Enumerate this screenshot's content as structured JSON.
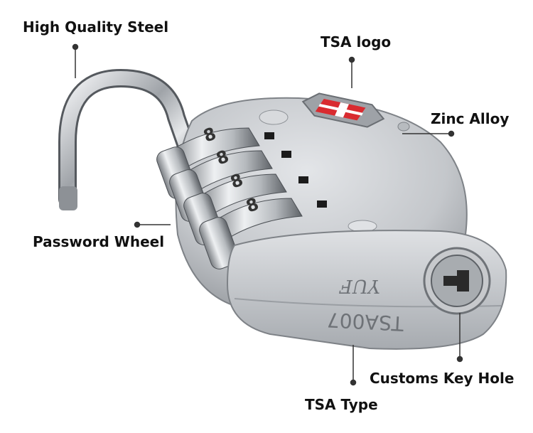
{
  "callouts": {
    "shackle": "High Quality Steel",
    "logo": "TSA logo",
    "body": "Zinc Alloy",
    "wheel": "Password Wheel",
    "keyhole": "Customs Key Hole",
    "type": "TSA Type"
  },
  "lock": {
    "wheel_digits": [
      "8",
      "8",
      "8",
      "8"
    ],
    "engraving_brand": "YUF",
    "engraving_model": "TSA007"
  },
  "colors": {
    "text": "#111111",
    "leader": "#333333",
    "metal": "#c9cbce",
    "logo_red": "#d92b30"
  }
}
